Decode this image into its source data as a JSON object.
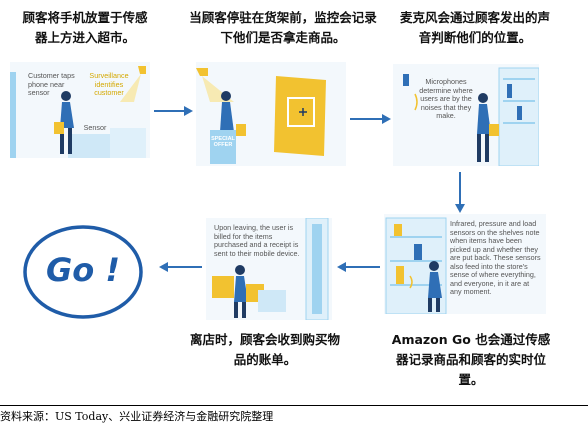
{
  "steps": [
    {
      "caption": "顾客将手机放置于传感器上方进入超市。",
      "labels": {
        "customer": "Customer taps phone near sensor",
        "surveillance": "Surveillance identifies customer",
        "sensor": "Sensor"
      }
    },
    {
      "caption": "当顾客停驻在货架前，监控会记录下他们是否拿走商品。",
      "labels": {
        "sign": "SPECIAL OFFER"
      }
    },
    {
      "caption": "麦克风会通过顾客发出的声音判断他们的位置。",
      "labels": {
        "mic": "Microphones determine where users are by the noises that they make."
      }
    },
    {
      "caption": "Amazon Go 也会通过传感器记录商品和顾客的实时位置。",
      "labels": {
        "sensors": "Infrared, pressure and load sensors on the shelves note when items have been picked up and whether they are put back. These sensors also feed into the store's sense of where everything, and everyone, in it are at any moment."
      }
    },
    {
      "caption": "离店时，顾客会收到购买物品的账单。",
      "labels": {
        "leave": "Upon leaving, the user is billed for the items purchased and a receipt is sent to their mobile device."
      }
    },
    {
      "caption": "",
      "labels": {
        "go": "Go !"
      }
    }
  ],
  "source": "资料来源：US Today、兴业证券经济与金融研究院整理",
  "colors": {
    "accent": "#2f6fb6",
    "circle": "#1f5ca8",
    "yellow": "#f2c230",
    "panel": "#f3f8fc",
    "skyblue": "#9fd3f0"
  }
}
